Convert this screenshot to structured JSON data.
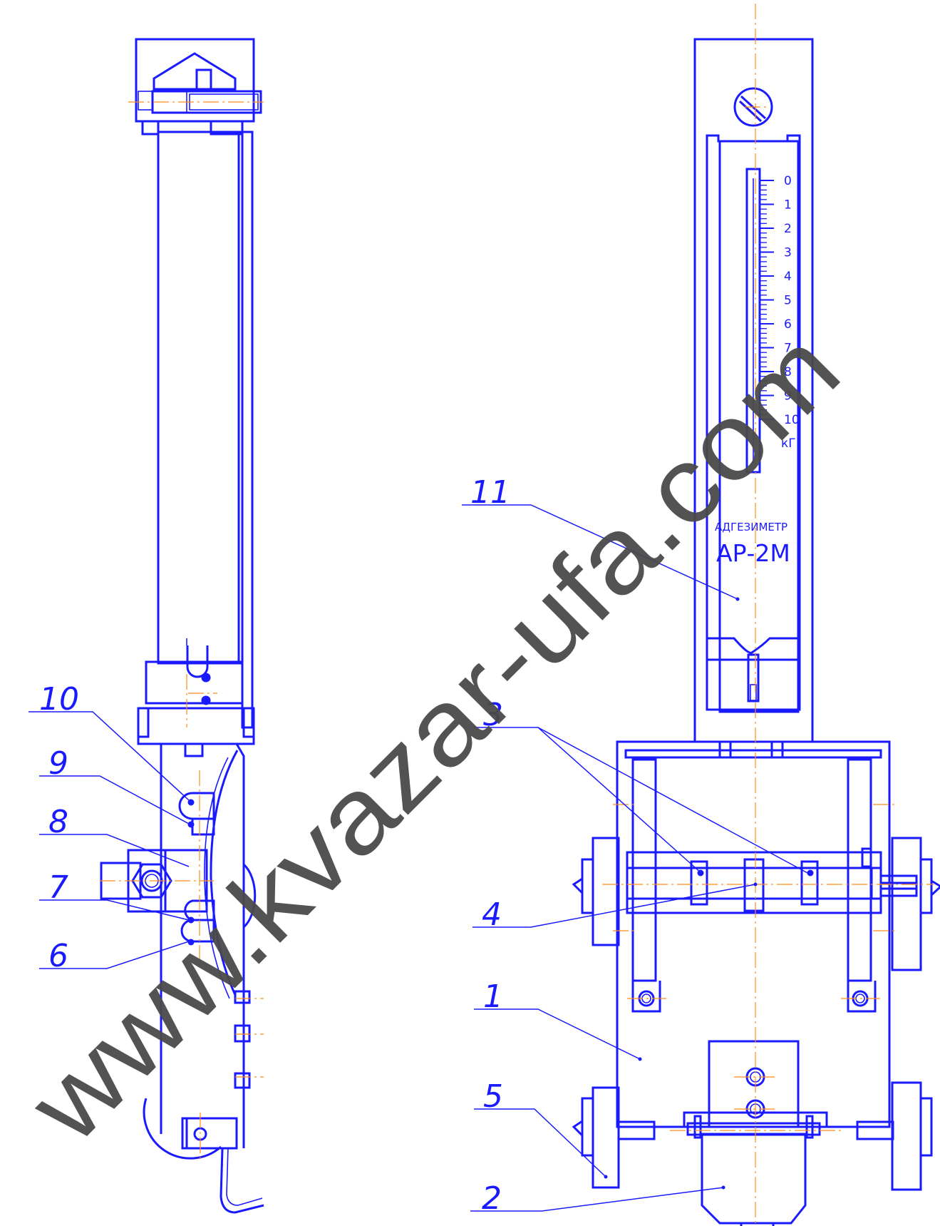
{
  "instrument": {
    "name_small": "АДГЕЗИМЕТР",
    "model": "АР-2М",
    "scale_labels": [
      "0",
      "1",
      "2",
      "3",
      "4",
      "5",
      "6",
      "7",
      "8",
      "9",
      "10"
    ],
    "scale_unit": "кГ"
  },
  "callouts": {
    "c1": "1",
    "c2": "2",
    "c3": "3",
    "c4": "4",
    "c5": "5",
    "c6": "6",
    "c7": "7",
    "c8": "8",
    "c9": "9",
    "c10": "10",
    "c11": "11"
  },
  "watermark": "www.kvazar-ufa.com",
  "colors": {
    "line": "#1a1aff",
    "axis": "#ff8c1a",
    "watermark": "#4a4a4a"
  }
}
